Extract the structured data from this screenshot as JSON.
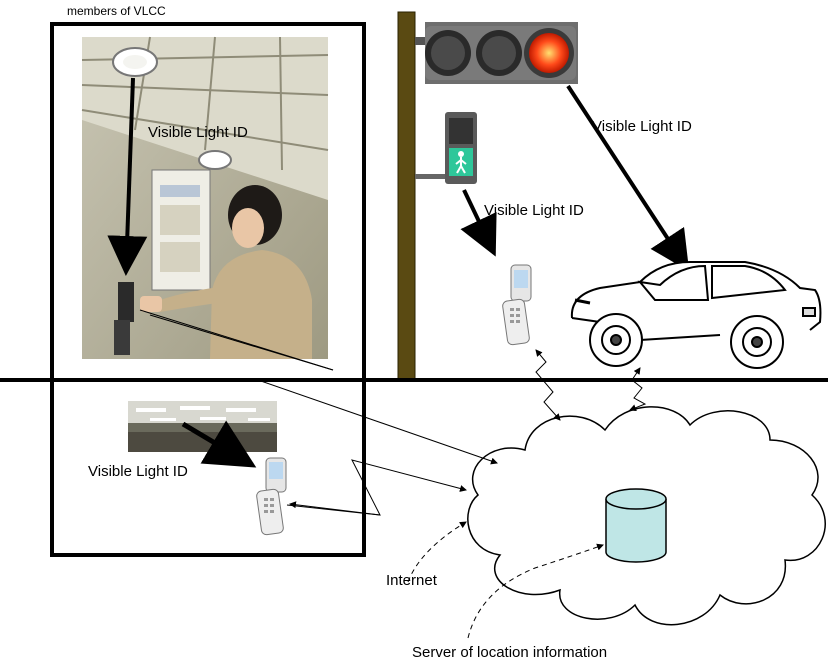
{
  "labels": {
    "header": "members of VLCC",
    "vlid_indoor_photo": "Visible Light ID",
    "vlid_traffic_light": "Visible Light ID",
    "vlid_pedestrian_signal": "Visible Light ID",
    "vlid_office": "Visible Light ID",
    "internet": "Internet",
    "server": "Server of location information"
  },
  "colors": {
    "pole": "#5a4a12",
    "red_lamp": "#ff3a1a",
    "walk_signal": "#2ec79a",
    "server_fill": "#bfe6e6",
    "frame": "#000000"
  },
  "icons": {
    "traffic_light": "traffic-light-icon",
    "pedestrian_signal": "pedestrian-signal-icon",
    "phone": "flip-phone-icon",
    "car": "car-icon",
    "cloud": "cloud-icon",
    "server": "database-cylinder-icon"
  }
}
